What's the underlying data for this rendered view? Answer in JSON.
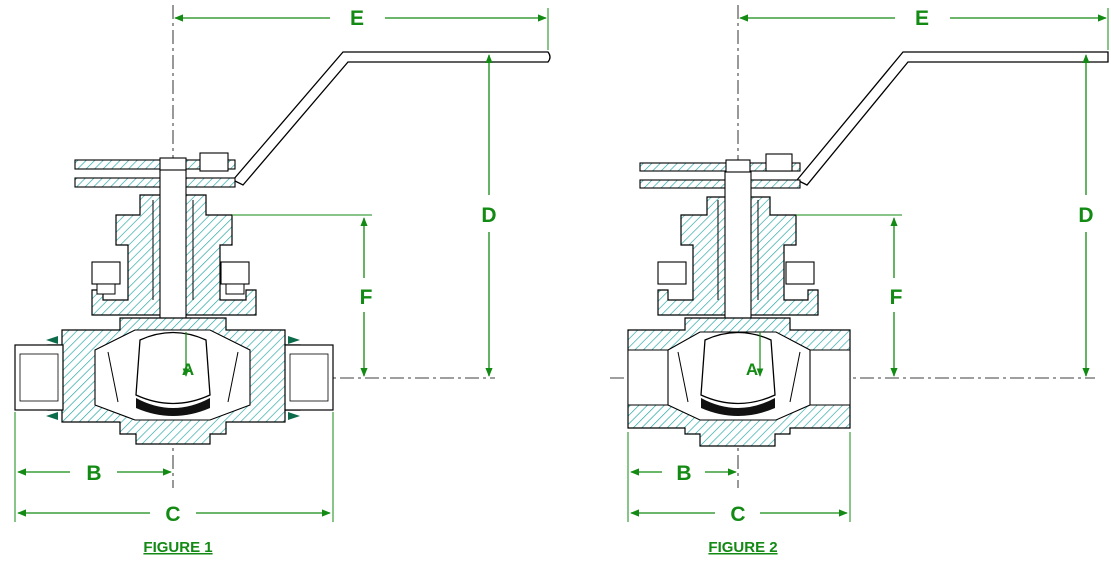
{
  "figures": [
    {
      "caption": "FIGURE 1",
      "labels": {
        "E": "E",
        "D": "D",
        "F": "F",
        "A": "A",
        "B": "B",
        "C": "C"
      }
    },
    {
      "caption": "FIGURE 2",
      "labels": {
        "E": "E",
        "D": "D",
        "F": "F",
        "A": "A",
        "B": "B",
        "C": "C"
      }
    }
  ],
  "colors": {
    "dimension": "#138a13",
    "outline": "#000000",
    "hatch": "#1fa3a3",
    "background": "#ffffff"
  }
}
